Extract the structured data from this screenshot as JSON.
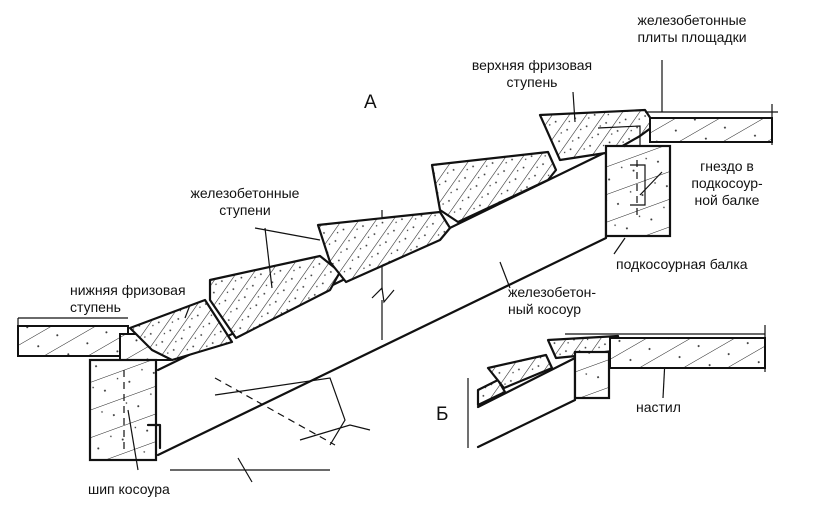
{
  "labels": {
    "top_slabs_line1": "железобетонные",
    "top_slabs_line2": "плиты площадки",
    "upper_step_line1": "верхняя фризовая",
    "upper_step_line2": "ступень",
    "view_a": "А",
    "socket_line1": "гнездо в",
    "socket_line2": "подкосоур-",
    "socket_line3": "ной балке",
    "steps_line1": "железобетонные",
    "steps_line2": "ступени",
    "stringer_beam": "подкосоурная балка",
    "lower_step_line1": "нижняя фризовая",
    "lower_step_line2": "ступень",
    "stringer_line1": "железобетон-",
    "stringer_line2": "ный косоур",
    "view_b": "Б",
    "decking": "настил",
    "tenon": "шип косоура"
  }
}
